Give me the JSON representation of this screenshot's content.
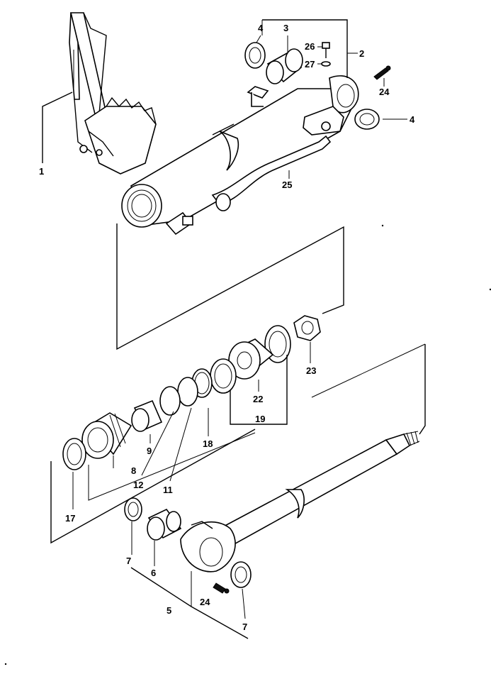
{
  "diagram": {
    "labels": {
      "l1": "1",
      "l2": "2",
      "l3": "3",
      "l4a": "4",
      "l4b": "4",
      "l5": "5",
      "l6": "6",
      "l7a": "7",
      "l7b": "7",
      "l8": "8",
      "l9": "9",
      "l11": "11",
      "l12": "12",
      "l17": "17",
      "l18": "18",
      "l19": "19",
      "l22": "22",
      "l23": "23",
      "l24a": "24",
      "l24b": "24",
      "l25": "25",
      "l26": "26",
      "l27": "27"
    }
  }
}
